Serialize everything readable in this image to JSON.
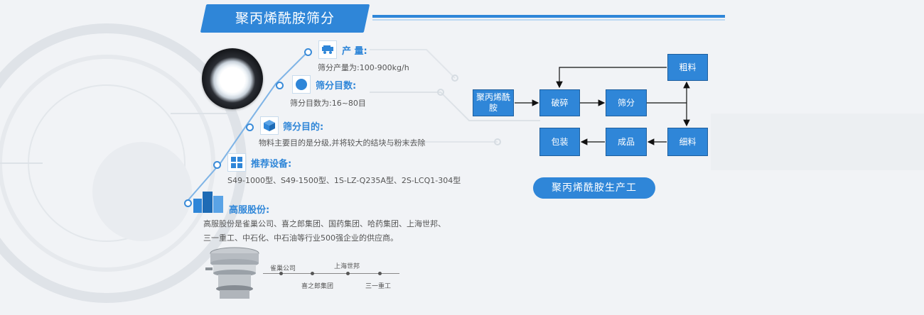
{
  "header": {
    "title": "聚丙烯酰胺筛分"
  },
  "sections": [
    {
      "title": "产  量:",
      "desc": "筛分产量为:100-900kg/h",
      "icon": "truck-icon"
    },
    {
      "title": "筛分目数:",
      "desc": "筛分目数为:16~80目",
      "icon": "circle-icon"
    },
    {
      "title": "筛分目的:",
      "desc": "物料主要目的是分级,并将较大的结块与粉末去除",
      "icon": "cube-icon"
    },
    {
      "title": "推荐设备:",
      "desc": "S49-1000型、S49-1500型、1S-LZ-Q235A型、2S-LCQ1-304型",
      "icon": "grid-icon"
    },
    {
      "title": "高服股份:",
      "desc_line1": "高服股份是雀巢公司、喜之郎集团、国药集团、哈药集团、上海世邦、",
      "desc_line2": "三一重工、中石化、中石油等行业500强企业的供应商。",
      "icon": "buildings-icon"
    }
  ],
  "clients": {
    "top": [
      "雀巢公司",
      "上海世邦"
    ],
    "bottom": [
      "喜之郎集团",
      "三一重工"
    ]
  },
  "flow": {
    "start": "聚丙烯酰胺",
    "crush": "破碎",
    "screen": "筛分",
    "coarse": "粗料",
    "fine": "细料",
    "product": "成品",
    "pack": "包装"
  },
  "process_label": "聚丙烯酰胺生产工",
  "colors": {
    "accent": "#2f86d8",
    "box_border": "#1e5f9e"
  }
}
